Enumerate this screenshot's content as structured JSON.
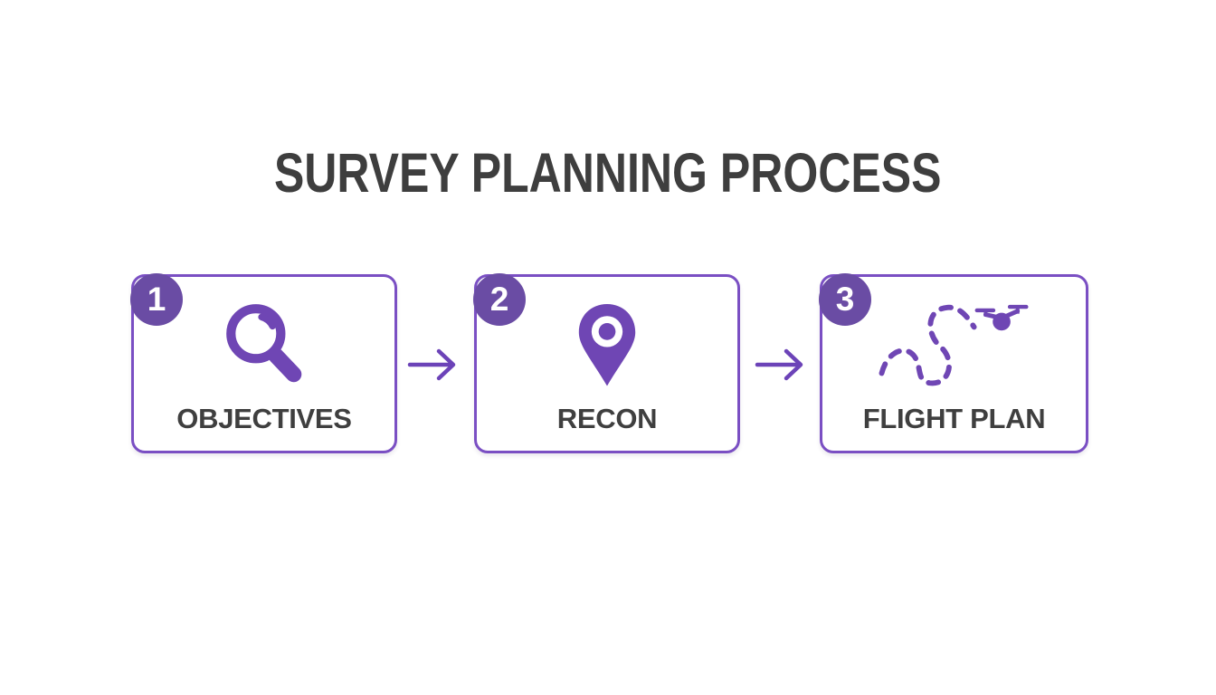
{
  "page": {
    "title": "SURVEY PLANNING PROCESS",
    "background_color": "#ffffff"
  },
  "colors": {
    "box_border": "#7A4FC3",
    "badge_fill": "#6A4CA4",
    "icon_purple": "#6F46B4",
    "arrow_purple": "#6C43B8",
    "heading_text": "#3E3E3E",
    "label_text": "#3F3F3F",
    "badge_number_text": "#FFFFFF"
  },
  "steps": [
    {
      "number": "1",
      "label": "OBJECTIVES",
      "icon": "magnifier-icon"
    },
    {
      "number": "2",
      "label": "RECON",
      "icon": "map-pin-icon"
    },
    {
      "number": "3",
      "label": "FLIGHT PLAN",
      "icon": "drone-flight-path-icon"
    }
  ],
  "arrows": [
    {
      "icon": "right-arrow-icon"
    },
    {
      "icon": "right-arrow-icon"
    }
  ]
}
